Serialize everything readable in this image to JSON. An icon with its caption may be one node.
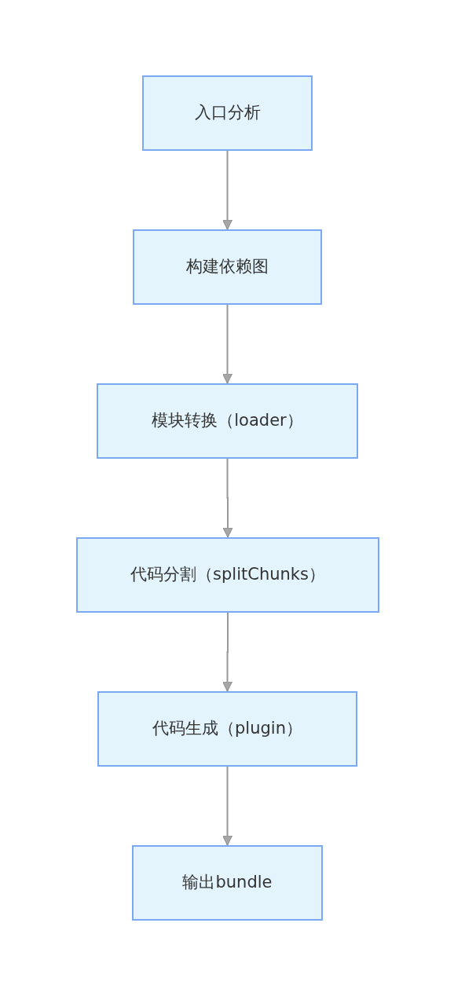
{
  "diagram": {
    "nodes": [
      {
        "text": [
          "入口分析"
        ]
      },
      {
        "text": [
          "构建依赖图"
        ]
      },
      {
        "text": [
          "模块转换（loader）"
        ]
      },
      {
        "text": [
          "代码分割（splitChunks）"
        ]
      },
      {
        "text": [
          "代码生成（plugin）"
        ]
      },
      {
        "text": [
          "输出bundle"
        ]
      }
    ],
    "edges": [
      {
        "from": 0,
        "to": 1,
        "arrow": "to"
      },
      {
        "from": 1,
        "to": 2,
        "arrow": "to"
      },
      {
        "from": 2,
        "to": 3,
        "arrow": "to"
      },
      {
        "from": 3,
        "to": 4,
        "arrow": "to"
      },
      {
        "from": 4,
        "to": 5,
        "arrow": "to"
      }
    ]
  }
}
